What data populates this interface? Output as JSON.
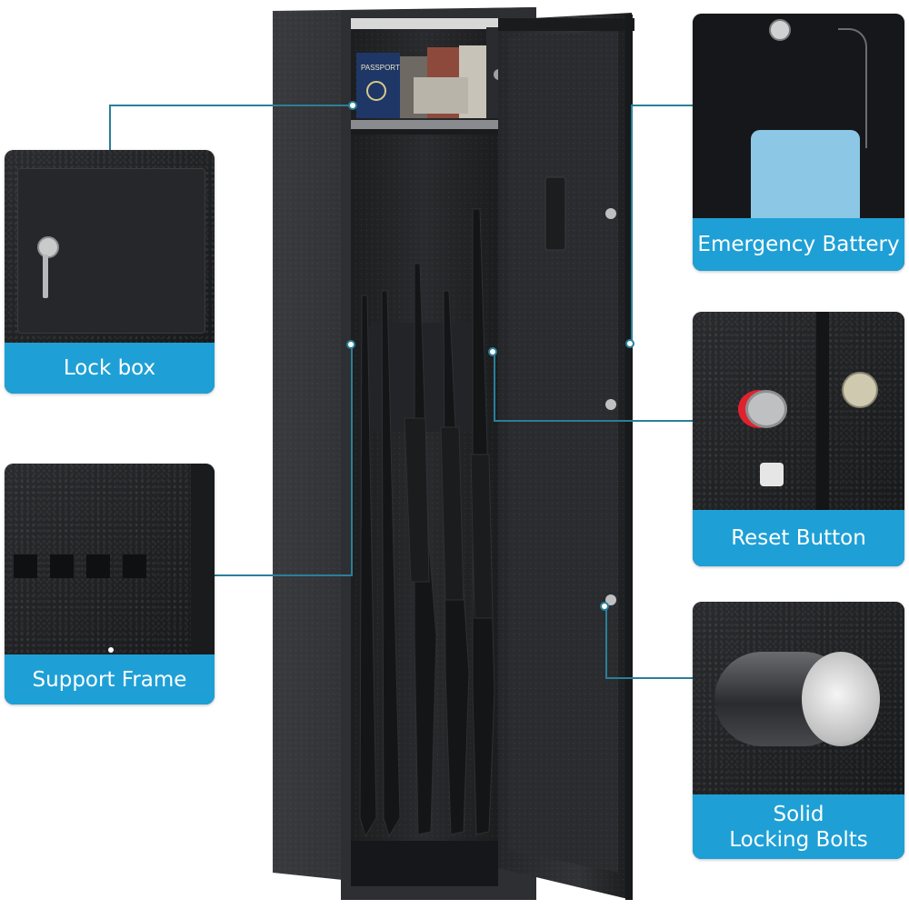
{
  "callouts": {
    "lock_box": "Lock box",
    "support_frame": "Support Frame",
    "emergency_battery": "Emergency Battery",
    "reset_button": "Reset Button",
    "solid_locking_bolts_line1": "Solid",
    "solid_locking_bolts_line2": "Locking Bolts"
  },
  "document_label": "PASSPORT",
  "colors": {
    "accent": "#1ea0d6",
    "line": "#2a7f99",
    "safe_body": "#2b2c2f"
  }
}
